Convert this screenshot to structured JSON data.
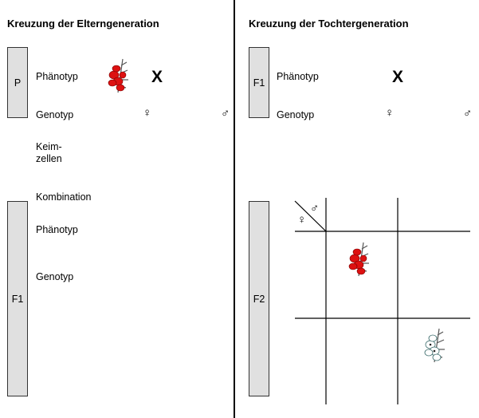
{
  "left": {
    "title": "Kreuzung der Elterngeneration",
    "gen_top": "P",
    "gen_bottom": "F1",
    "phaenotyp": "Phänotyp",
    "genotyp": "Genotyp",
    "keim1": "Keim-",
    "keim2": "zellen",
    "kombination": "Kombination",
    "phaenotyp2": "Phänotyp",
    "genotyp2": "Genotyp",
    "cross": "X",
    "female": "♀",
    "male": "♂"
  },
  "right": {
    "title": "Kreuzung der Tochtergeneration",
    "gen_top": "F1",
    "gen_bottom": "F2",
    "phaenotyp": "Phänotyp",
    "genotyp": "Genotyp",
    "cross": "X",
    "female": "♀",
    "male": "♂",
    "grid_male": "♂",
    "grid_female": "♀"
  },
  "colors": {
    "flower_red": "#dd1111",
    "flower_white": "#ffffff",
    "box_fill": "#e0e0e0"
  }
}
